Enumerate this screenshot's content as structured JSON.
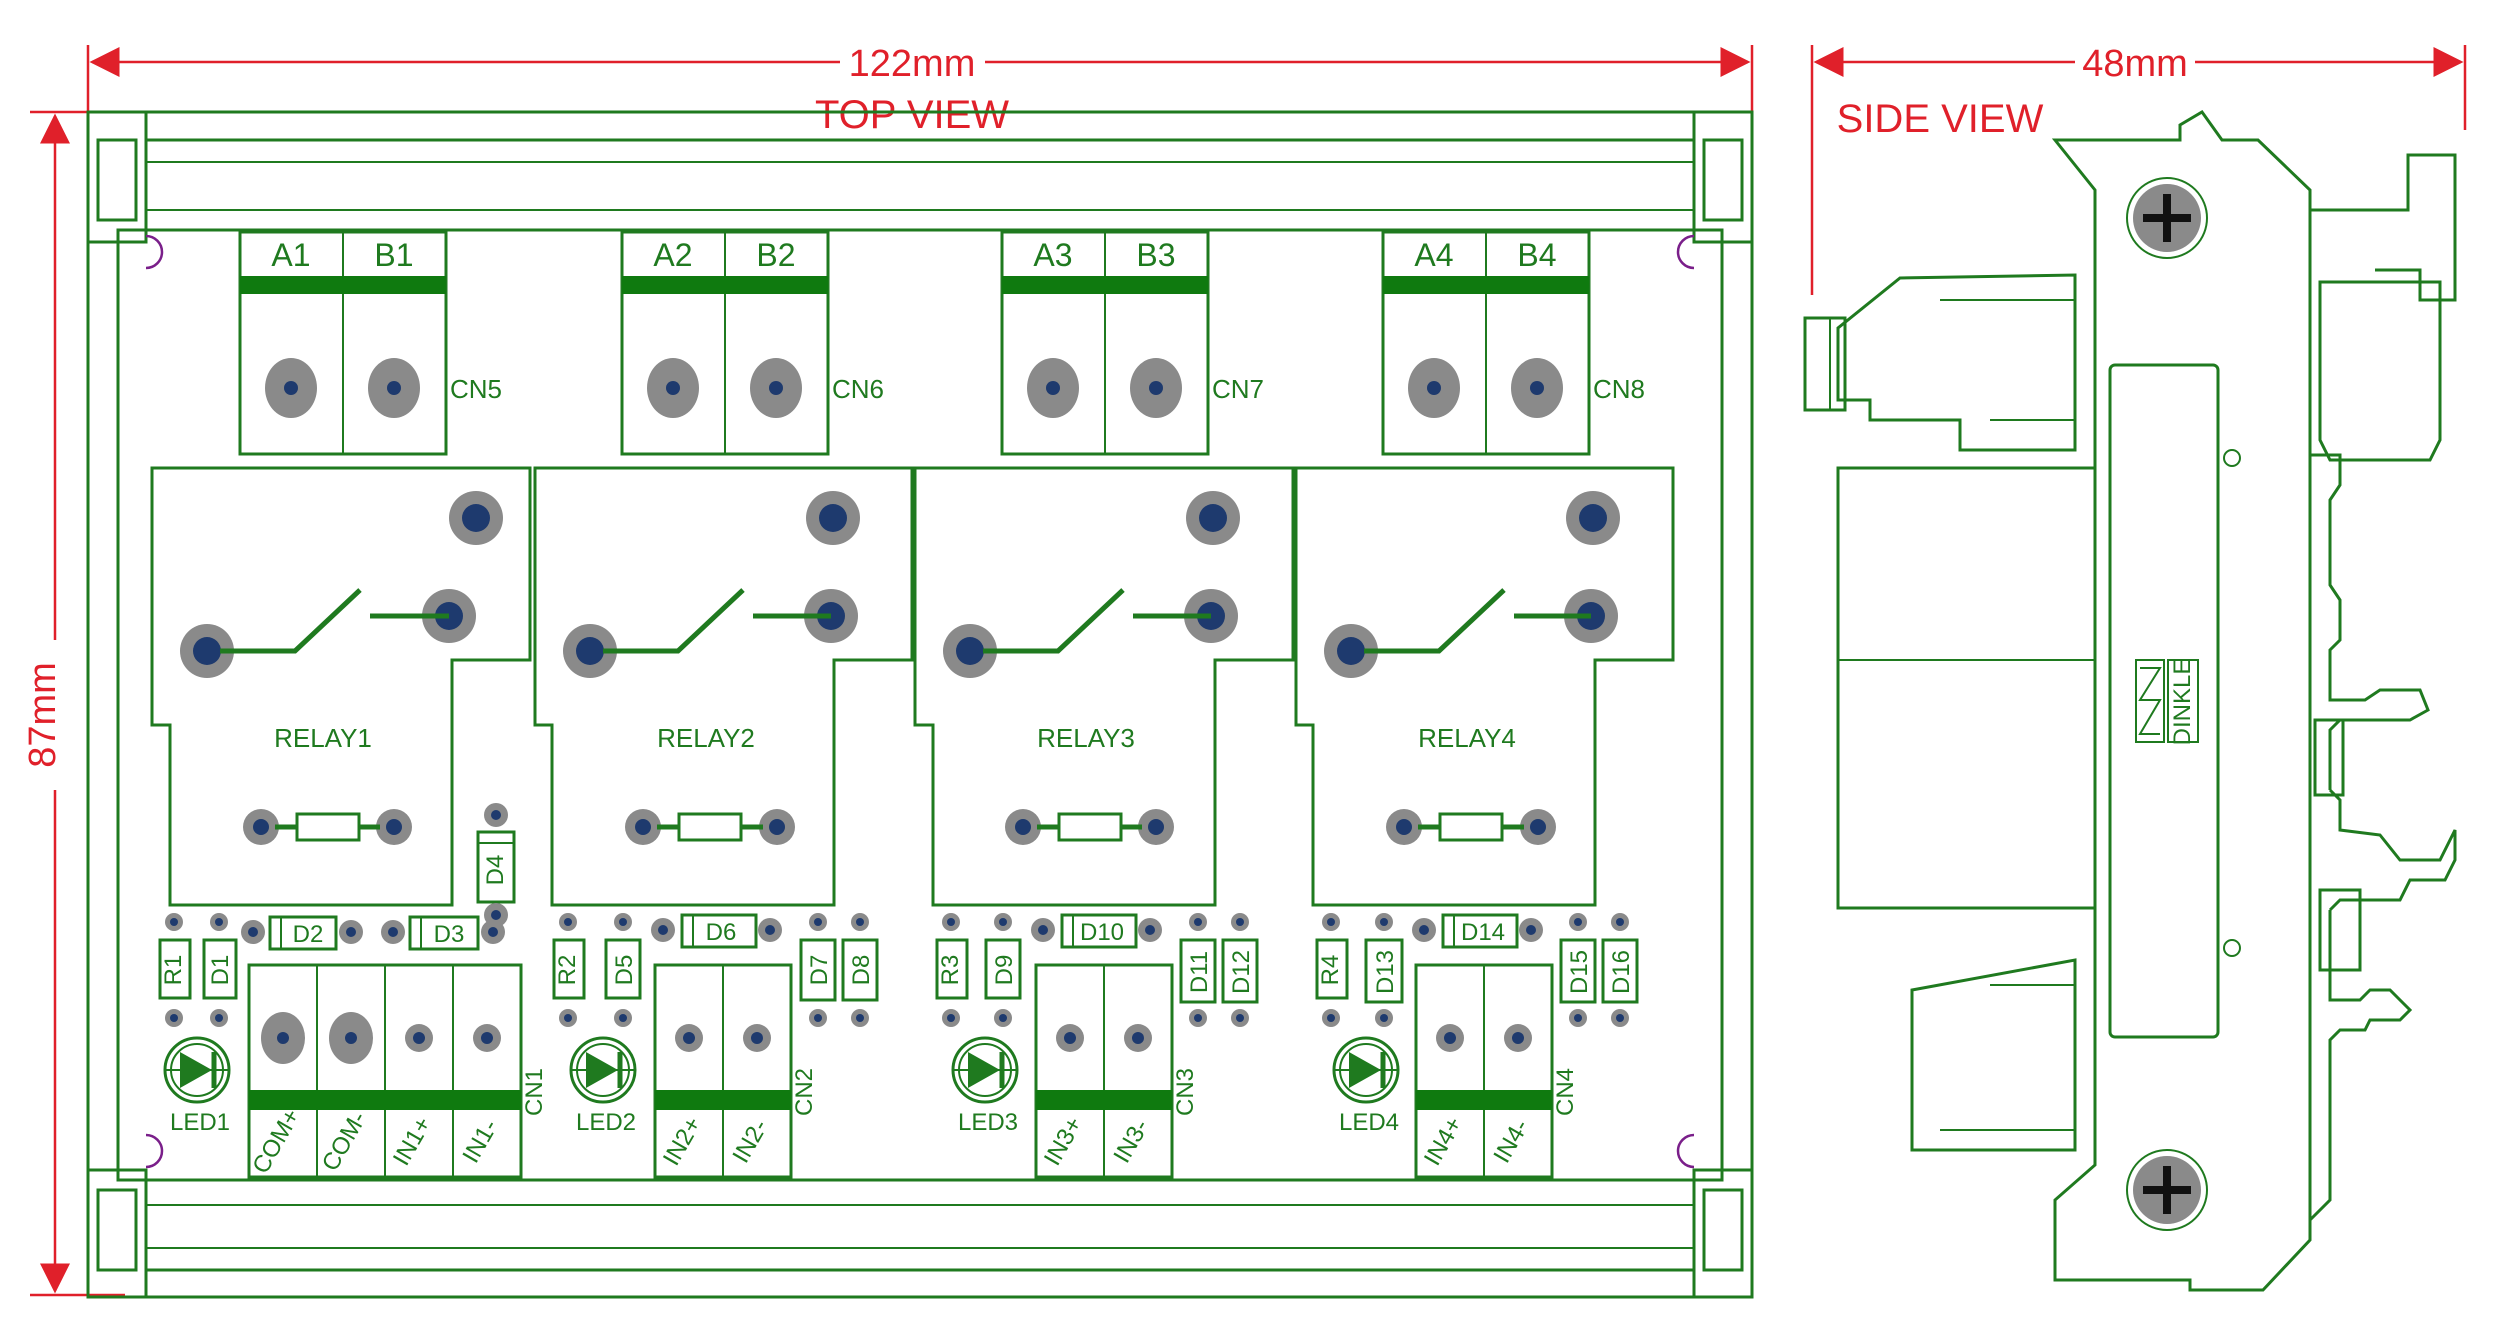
{
  "dimensions": {
    "width_top": "122mm",
    "height_top": "87mm",
    "width_side": "48mm"
  },
  "views": {
    "top": "TOP VIEW",
    "side": "SIDE VIEW"
  },
  "colors": {
    "pcb": "#1f7a1f",
    "dimension": "#e0202a",
    "pad": "#8a8a8a",
    "via": "#1e3a6e"
  },
  "output_connectors": [
    {
      "terminals": [
        "A1",
        "B1"
      ],
      "name": "CN5"
    },
    {
      "terminals": [
        "A2",
        "B2"
      ],
      "name": "CN6"
    },
    {
      "terminals": [
        "A3",
        "B3"
      ],
      "name": "CN7"
    },
    {
      "terminals": [
        "A4",
        "B4"
      ],
      "name": "CN8"
    }
  ],
  "relays": [
    "RELAY1",
    "RELAY2",
    "RELAY3",
    "RELAY4"
  ],
  "components": {
    "ch1": {
      "r": "R1",
      "d": "D1",
      "d_top": "D2",
      "d_top2": "D3",
      "d_vert": "D4",
      "led": "LED1"
    },
    "ch2": {
      "r": "R2",
      "d": "D5",
      "d_top": "D6",
      "d_side1": "D7",
      "d_side2": "D8",
      "led": "LED2"
    },
    "ch3": {
      "r": "R3",
      "d": "D9",
      "d_top": "D10",
      "d_side1": "D11",
      "d_side2": "D12",
      "led": "LED3"
    },
    "ch4": {
      "r": "R4",
      "d": "D13",
      "d_top": "D14",
      "d_side1": "D15",
      "d_side2": "D16",
      "led": "LED4"
    }
  },
  "input_connectors": [
    {
      "terminals": [
        "COM+",
        "COM-",
        "IN1+",
        "IN1-"
      ],
      "name": "CN1"
    },
    {
      "terminals": [
        "IN2+",
        "IN2-"
      ],
      "name": "CN2"
    },
    {
      "terminals": [
        "IN3+",
        "IN3-"
      ],
      "name": "CN3"
    },
    {
      "terminals": [
        "IN4+",
        "IN4-"
      ],
      "name": "CN4"
    }
  ],
  "logo": "DINKLE"
}
